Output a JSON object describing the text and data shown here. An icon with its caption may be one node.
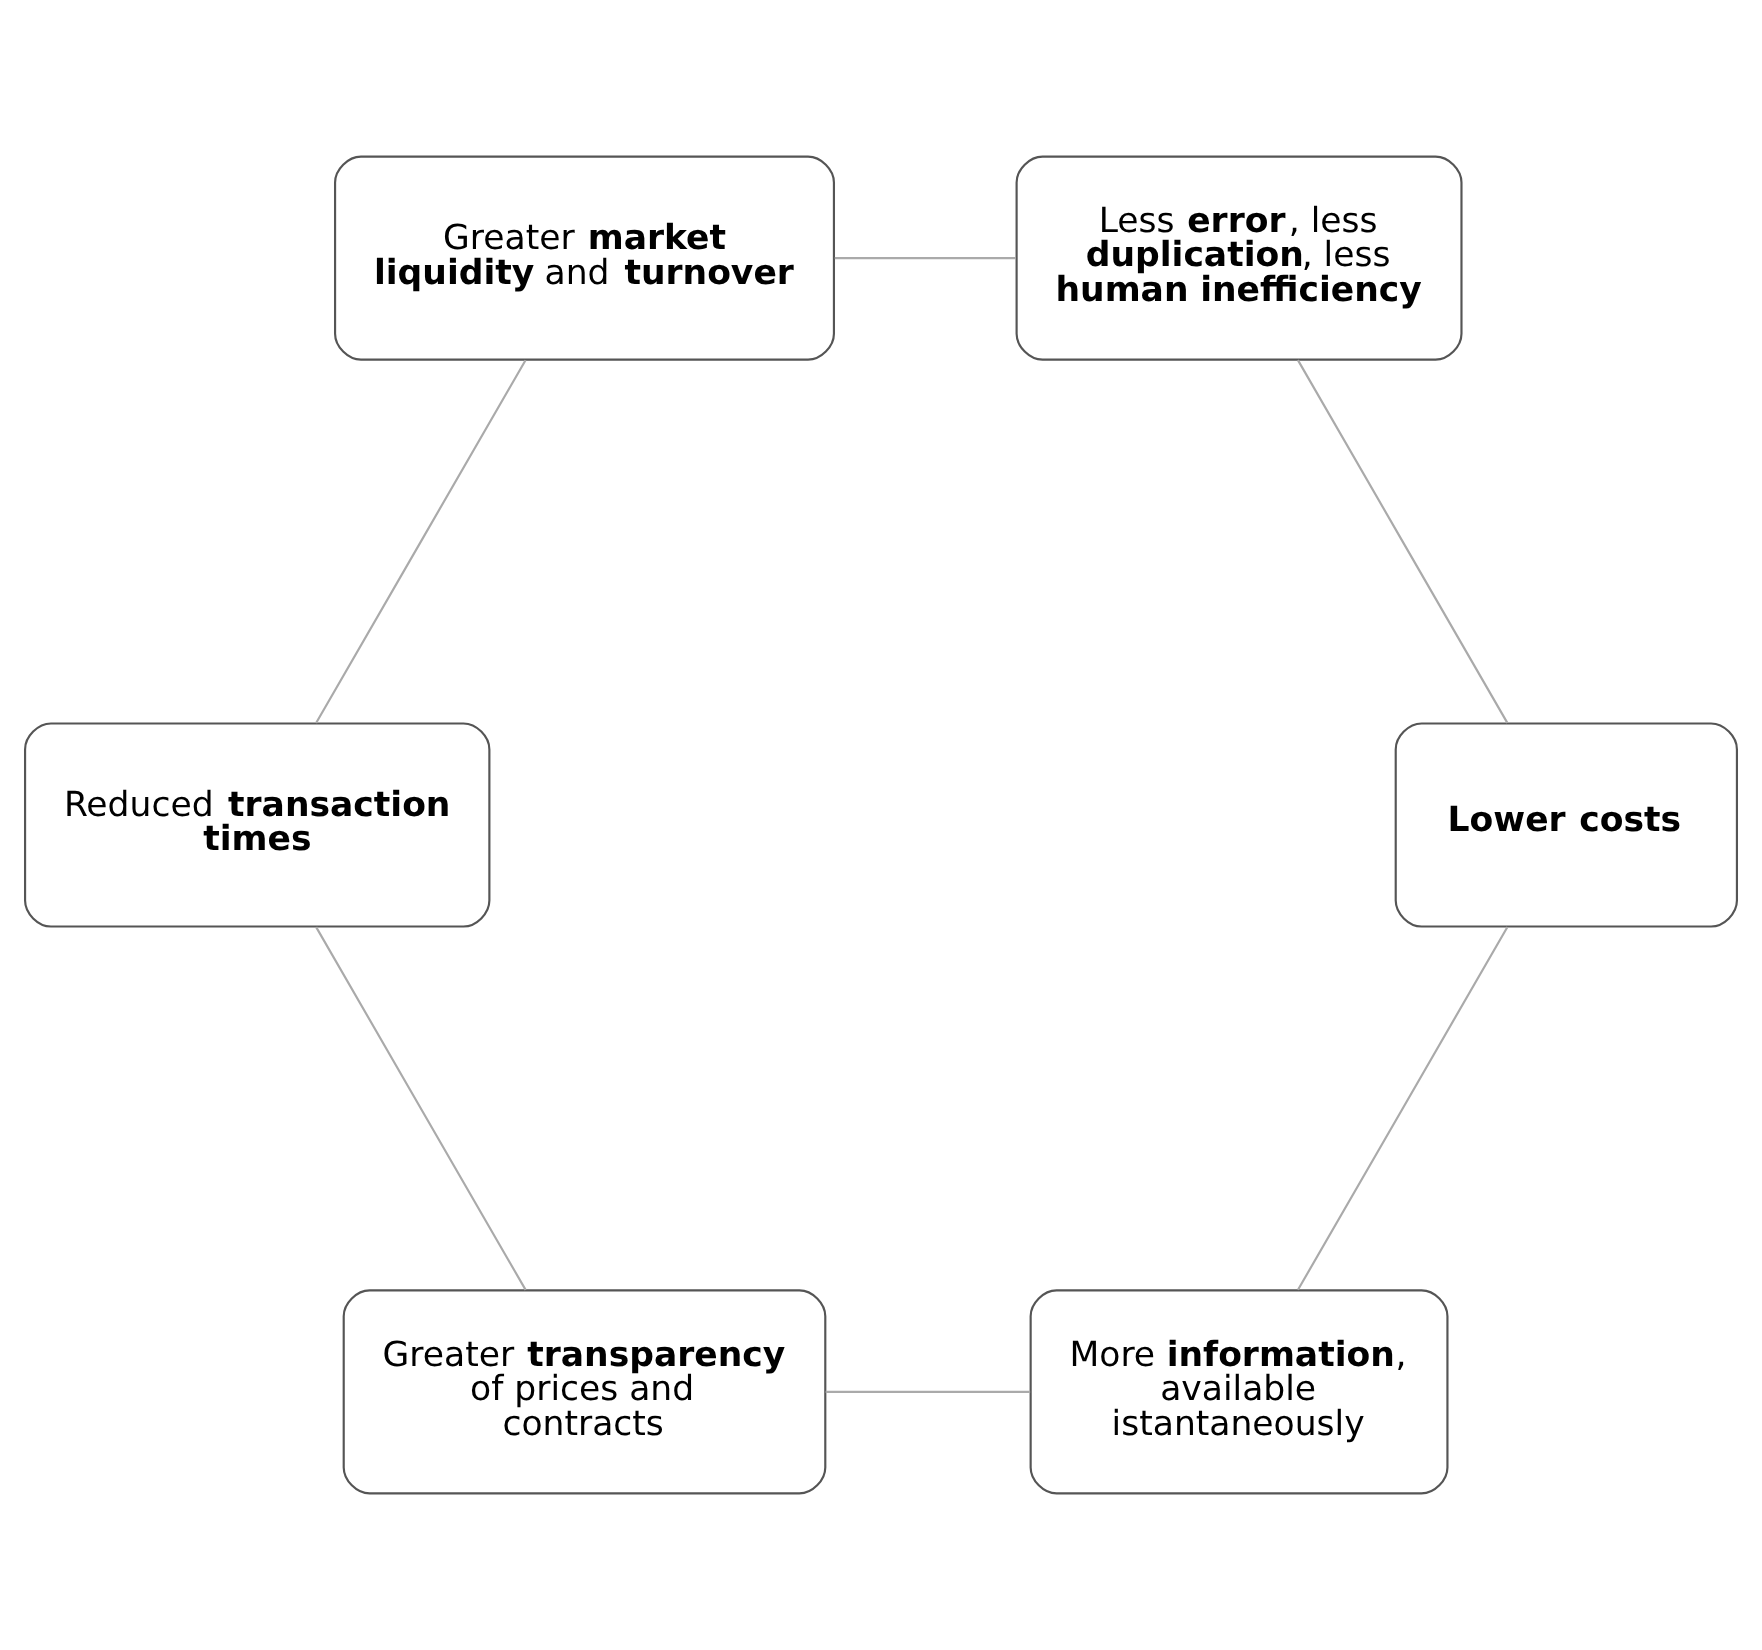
{
  "diagram": {
    "nodes": [
      {
        "text": [
          "More **information**, available istantaneously"
        ]
      },
      {
        "text": [
          "**Lower costs**"
        ]
      },
      {
        "text": [
          "Greater **transparency** of prices and contracts"
        ]
      },
      {
        "text": [
          "Less **error**, less **duplication**, less **human inefficiency**"
        ]
      },
      {
        "text": [
          "Reduced **transaction times**"
        ]
      },
      {
        "text": [
          "Greater **market liquidity** and **turnover**"
        ]
      }
    ],
    "edges": [
      {
        "from": 0,
        "to": 2,
        "arrow": "none"
      },
      {
        "from": 2,
        "to": 4,
        "arrow": "none"
      },
      {
        "from": 4,
        "to": 5,
        "arrow": "none"
      },
      {
        "from": 5,
        "to": 3,
        "arrow": "none"
      },
      {
        "from": 3,
        "to": 1,
        "arrow": "none"
      },
      {
        "from": 1,
        "to": 0,
        "arrow": "none"
      }
    ]
  }
}
